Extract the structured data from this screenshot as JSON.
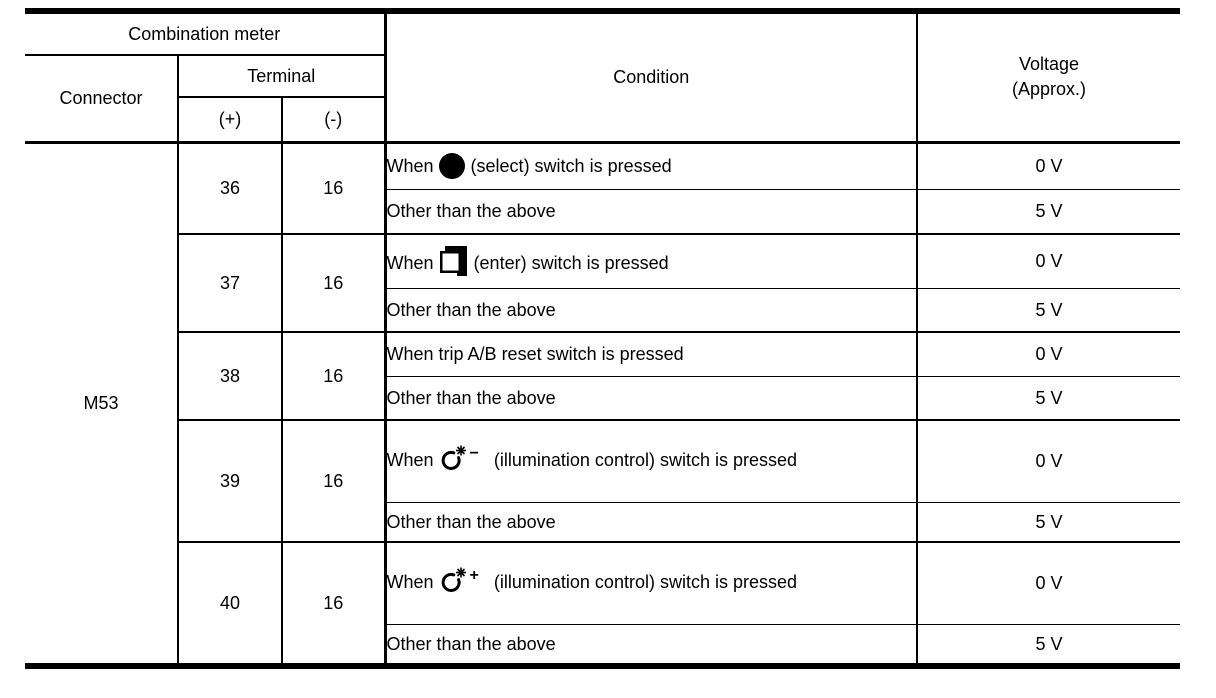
{
  "colors": {
    "border": "#000000",
    "background": "#ffffff",
    "icon_fill": "#000000"
  },
  "icons": {
    "select": "filled-circle",
    "enter": "overlapping-squares",
    "illumination_control": "dial-with-starburst"
  },
  "table": {
    "header": {
      "combination_meter": "Combination meter",
      "connector": "Connector",
      "terminal": "Terminal",
      "plus": "(+)",
      "minus": "(-)",
      "condition": "Condition",
      "voltage_line1": "Voltage",
      "voltage_line2": "(Approx.)"
    },
    "connector_value": "M53",
    "groups": [
      {
        "plus_terminal": "36",
        "minus_terminal": "16",
        "icon": "select-icon",
        "rows": [
          {
            "prefix": "When",
            "suffix": "(select) switch is pressed",
            "voltage": "0 V"
          },
          {
            "condition": "Other than the above",
            "voltage": "5 V"
          }
        ]
      },
      {
        "plus_terminal": "37",
        "minus_terminal": "16",
        "icon": "enter-icon",
        "rows": [
          {
            "prefix": "When",
            "suffix": "(enter) switch is pressed",
            "voltage": "0 V"
          },
          {
            "condition": "Other than the above",
            "voltage": "5 V"
          }
        ]
      },
      {
        "plus_terminal": "38",
        "minus_terminal": "16",
        "icon": null,
        "rows": [
          {
            "condition": "When trip A/B reset switch is pressed",
            "voltage": "0 V"
          },
          {
            "condition": "Other than the above",
            "voltage": "5 V"
          }
        ]
      },
      {
        "plus_terminal": "39",
        "minus_terminal": "16",
        "icon": "illumination-control-icon",
        "icon_sign": "−",
        "rows": [
          {
            "prefix": "When",
            "suffix": "(illumination control) switch is pressed",
            "voltage": "0 V"
          },
          {
            "condition": "Other than the above",
            "voltage": "5 V"
          }
        ]
      },
      {
        "plus_terminal": "40",
        "minus_terminal": "16",
        "icon": "illumination-control-icon",
        "icon_sign": "+",
        "rows": [
          {
            "prefix": "When",
            "suffix": "(illumination control) switch is pressed",
            "voltage": "0 V"
          },
          {
            "condition": "Other than the above",
            "voltage": "5 V"
          }
        ]
      }
    ]
  }
}
